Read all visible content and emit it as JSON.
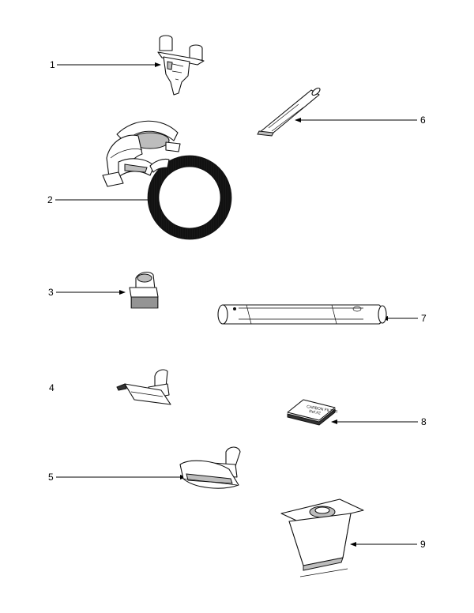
{
  "callouts": [
    {
      "number": "1",
      "part": "tool-holder"
    },
    {
      "number": "2",
      "part": "hose"
    },
    {
      "number": "3",
      "part": "dusting-brush"
    },
    {
      "number": "4",
      "part": "upholstery-tool"
    },
    {
      "number": "5",
      "part": "floor-nozzle"
    },
    {
      "number": "6",
      "part": "crevice-tool"
    },
    {
      "number": "7",
      "part": "extension-wand"
    },
    {
      "number": "8",
      "part": "filter-pack"
    },
    {
      "number": "9",
      "part": "dust-bag"
    }
  ],
  "filter_pack_text": [
    "CARBON FILTER",
    "Ref.#2"
  ],
  "colors": {
    "line": "#111111",
    "background": "#ffffff",
    "shade": "#bdbdbd"
  }
}
